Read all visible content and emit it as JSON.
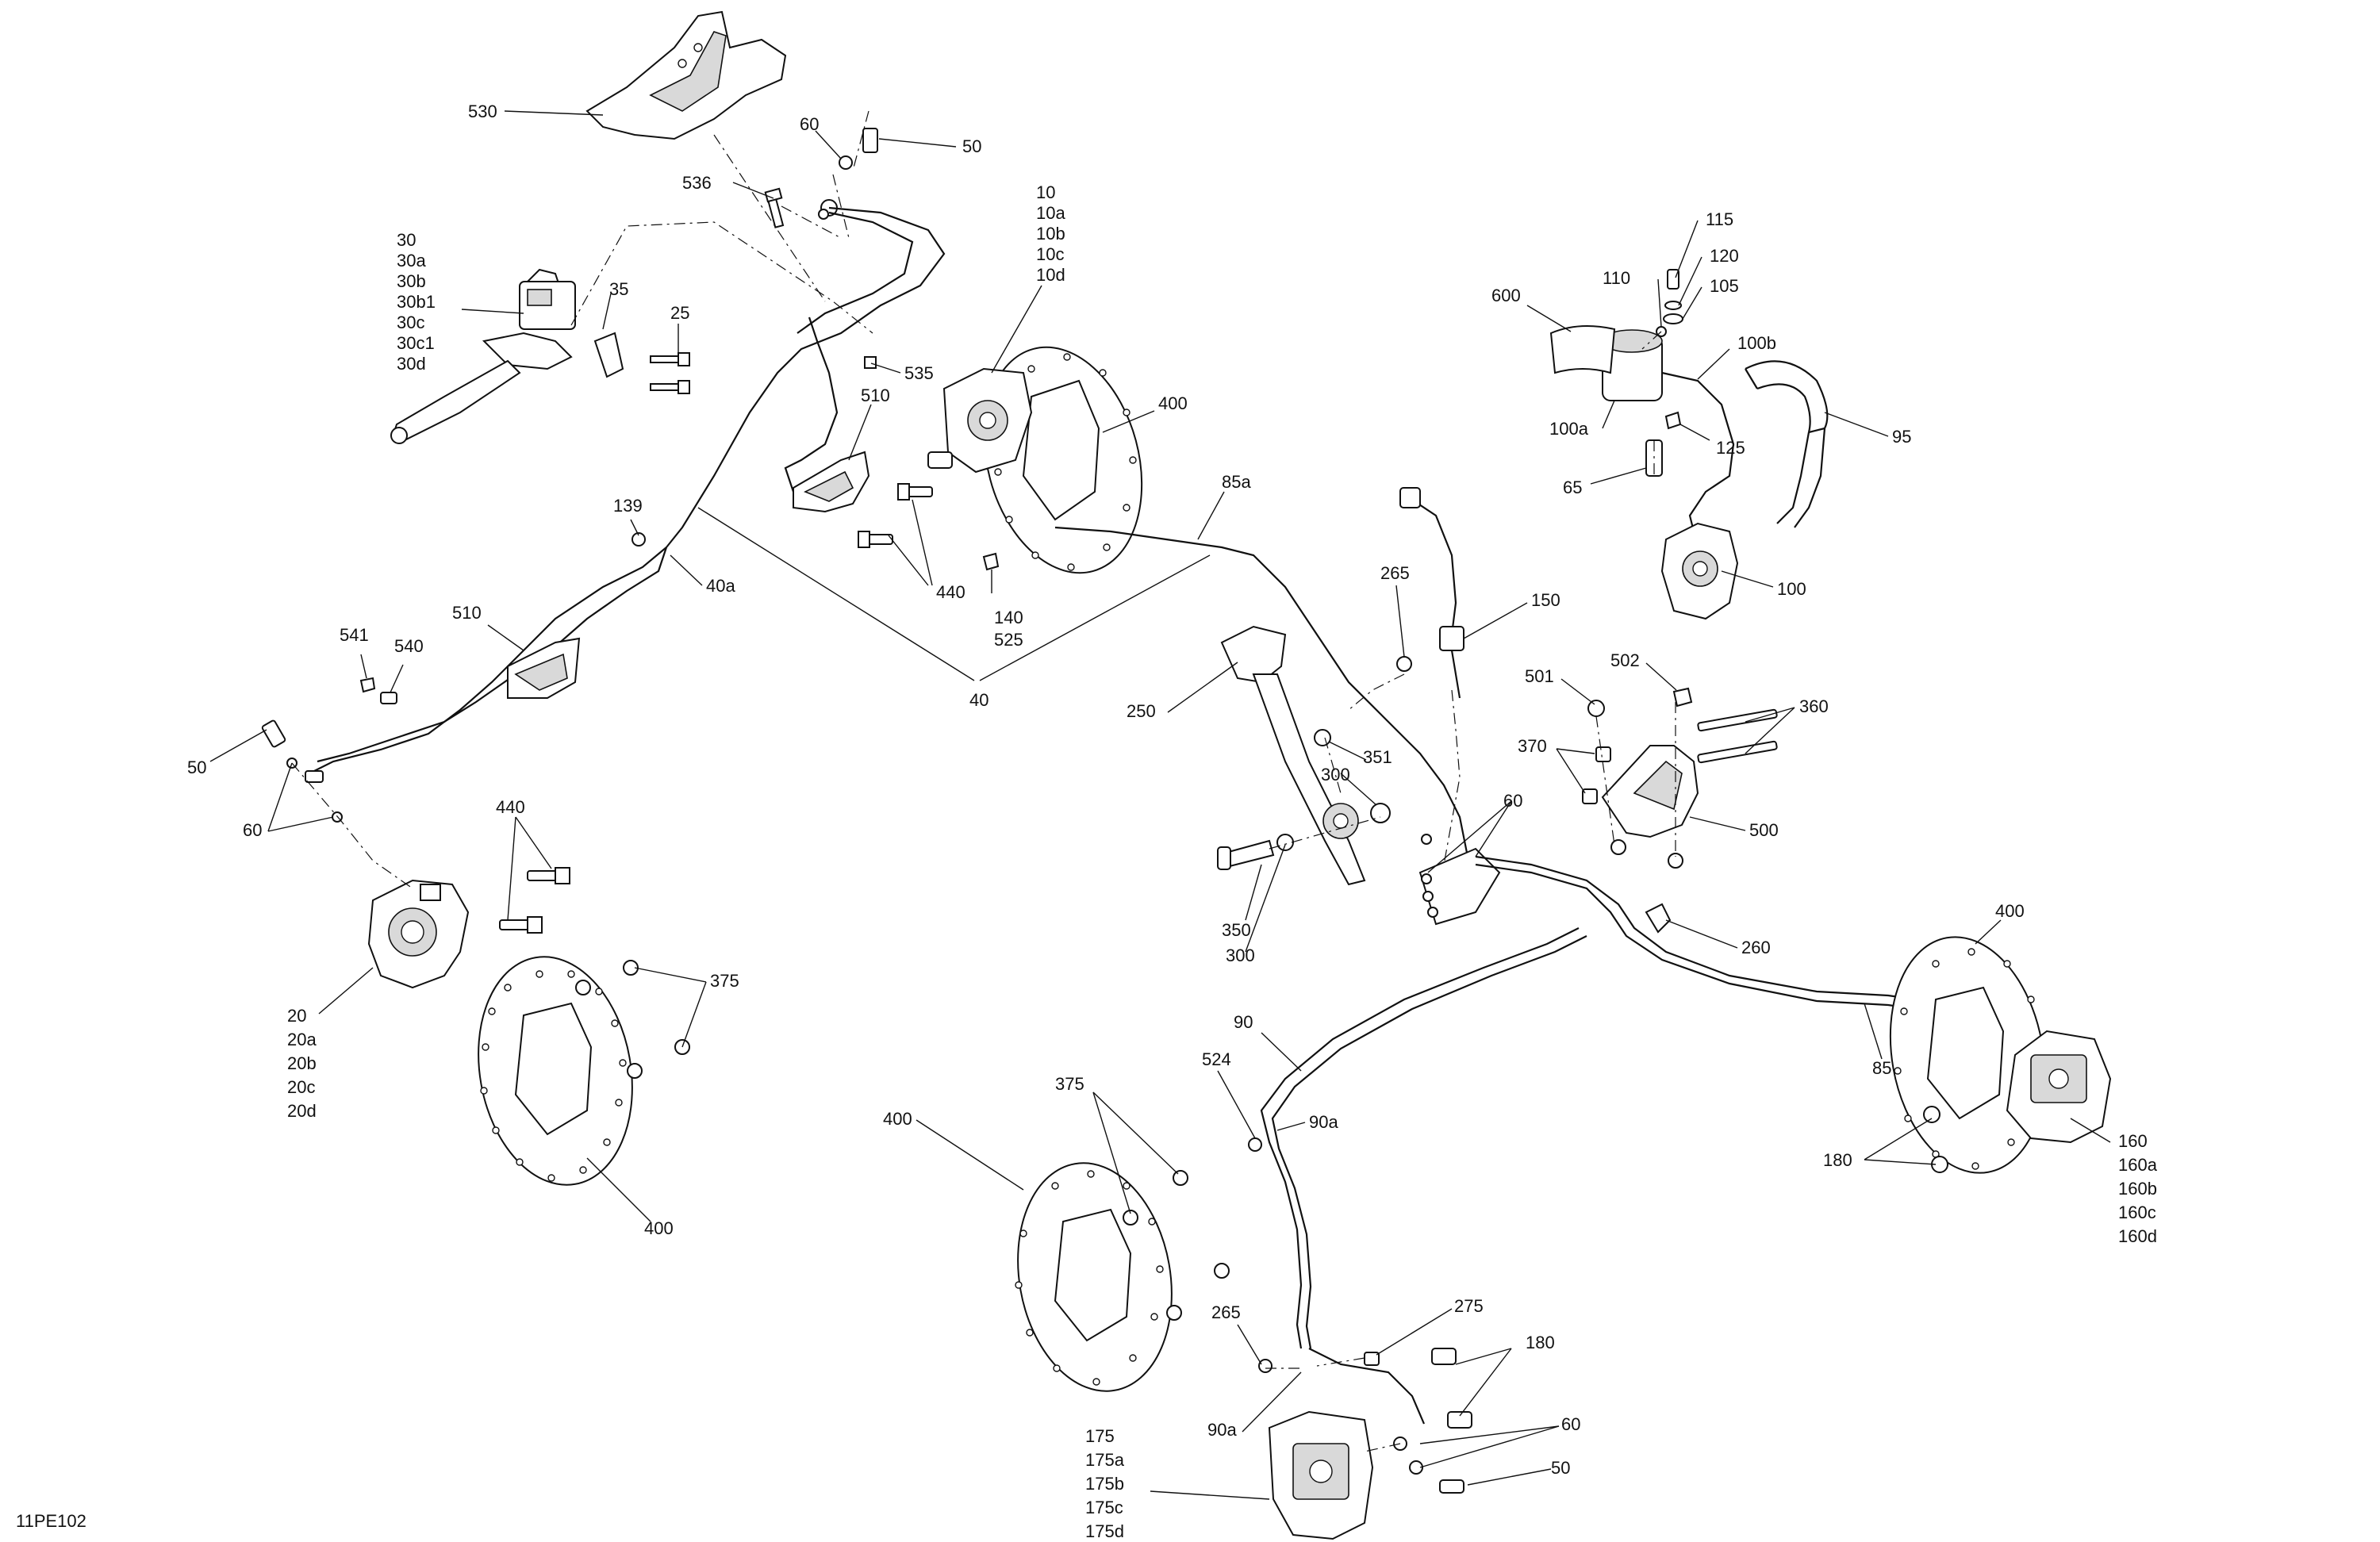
{
  "diagram_ref": "11PE102",
  "callouts": {
    "c530": "530",
    "c60a": "60",
    "c50a": "50",
    "c536": "536",
    "c30": [
      "30",
      "30a",
      "30b",
      "30b1",
      "30c",
      "30c1",
      "30d"
    ],
    "c35": "35",
    "c25": "25",
    "c10": [
      "10",
      "10a",
      "10b",
      "10c",
      "10d"
    ],
    "c535": "535",
    "c510a": "510",
    "c400a": "400",
    "c85a": "85a",
    "c139": "139",
    "c40a": "40a",
    "c440a": "440",
    "c140": [
      "140",
      "525"
    ],
    "c40": "40",
    "c510b": "510",
    "c541": "541",
    "c540": "540",
    "c50b": "50",
    "c60b": "60",
    "c440b": "440",
    "c20": [
      "20",
      "20a",
      "20b",
      "20c",
      "20d"
    ],
    "c375a": "375",
    "c400b": "400",
    "c115": "115",
    "c120": "120",
    "c110": "110",
    "c105": "105",
    "c600": "600",
    "c100b": "100b",
    "c95": "95",
    "c100a": "100a",
    "c125": "125",
    "c65": "65",
    "c100": "100",
    "c265a": "265",
    "c150": "150",
    "c250": "250",
    "c300a": "300",
    "c351": "351",
    "c60c": "60",
    "c350": "350",
    "c300b": "300",
    "c501": "501",
    "c502": "502",
    "c360": "360",
    "c370": "370",
    "c500": "500",
    "c260": "260",
    "c400c": "400",
    "c85": "85",
    "c160": [
      "160",
      "160a",
      "160b",
      "160c",
      "160d"
    ],
    "c180a": "180",
    "c90": "90",
    "c524": "524",
    "c90a": "90a",
    "c375b": "375",
    "c400d": "400",
    "c265b": "265",
    "c275": "275",
    "c180b": "180",
    "c90b": "90a",
    "c60d": "60",
    "c50c": "50",
    "c175": [
      "175",
      "175a",
      "175b",
      "175c",
      "175d"
    ]
  }
}
